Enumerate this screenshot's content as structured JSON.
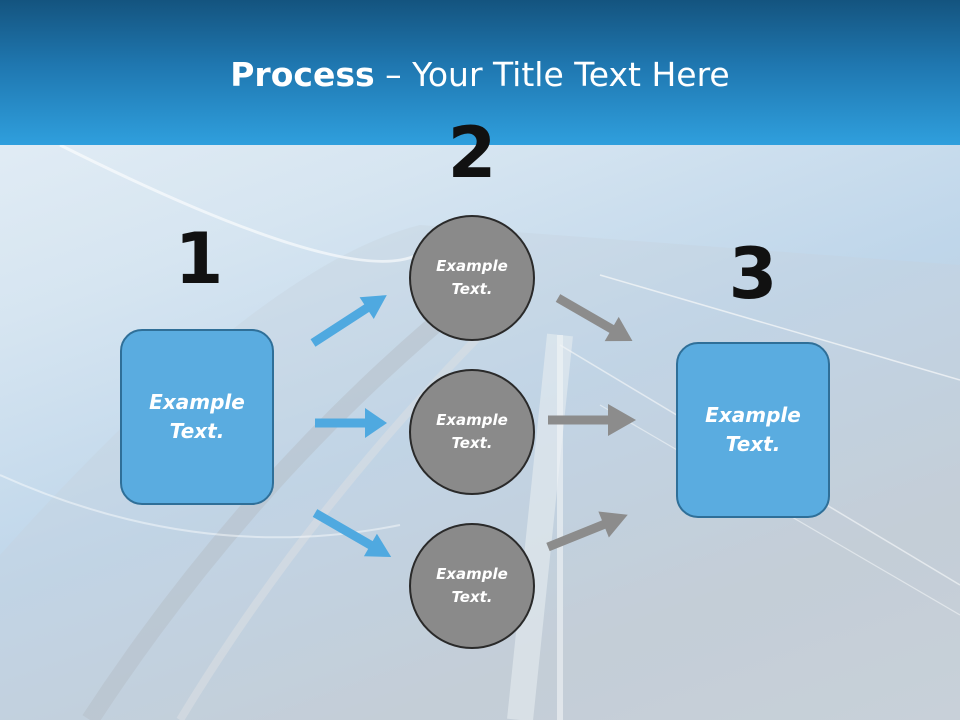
{
  "title": {
    "bold": "Process",
    "rest": " – Your Title Text Here"
  },
  "numbers": [
    "1",
    "2",
    "3"
  ],
  "boxes": [
    {
      "text": "Example Text."
    },
    {
      "text": "Example Text."
    }
  ],
  "circles": [
    {
      "text": "Example Text."
    },
    {
      "text": "Example Text."
    },
    {
      "text": "Example Text."
    }
  ],
  "colors": {
    "header": "#1f77b0",
    "box_fill": "#5aace0",
    "circle_fill": "#8a8a8a",
    "arrow_blue": "#4fa9e0",
    "arrow_gray": "#8c8c8c"
  }
}
